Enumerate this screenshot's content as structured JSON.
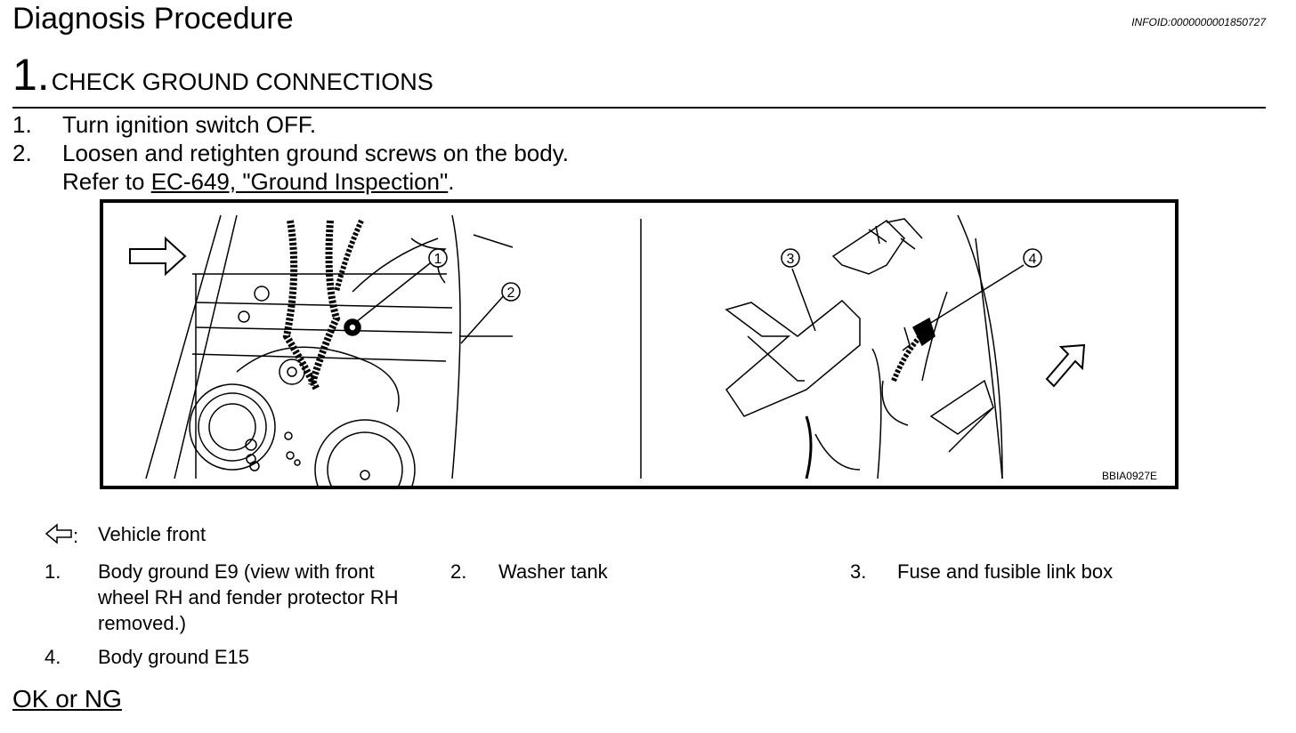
{
  "header": {
    "title": "Diagnosis Procedure",
    "info_id": "INFOID:0000000001850727"
  },
  "step": {
    "number": "1.",
    "title": "CHECK GROUND CONNECTIONS"
  },
  "instructions": [
    {
      "num": "1.",
      "text": "Turn ignition switch OFF."
    },
    {
      "num": "2.",
      "text": "Loosen and retighten ground screws on the body."
    }
  ],
  "refer": {
    "prefix": "Refer to ",
    "link": "EC-649, \"Ground Inspection\"",
    "suffix": "."
  },
  "figure": {
    "code": "BBIA0927E",
    "callouts": [
      "1",
      "2",
      "3",
      "4"
    ]
  },
  "legend": {
    "arrow_label": "Vehicle front",
    "arrow_colon": ":",
    "items": [
      {
        "num": "1.",
        "text": "Body ground E9 (view with front wheel RH and fender protector RH removed.)"
      },
      {
        "num": "2.",
        "text": "Washer tank"
      },
      {
        "num": "3.",
        "text": "Fuse and fusible link box"
      },
      {
        "num": "4.",
        "text": "Body ground E15"
      }
    ]
  },
  "footer": {
    "ok_ng": "OK or NG"
  }
}
